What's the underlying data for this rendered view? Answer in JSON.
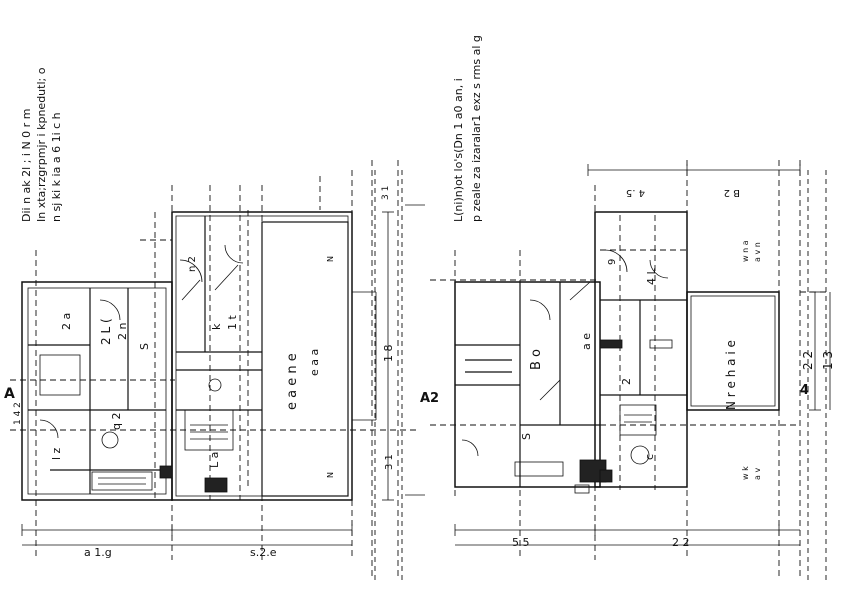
{
  "sheet": {
    "plan_left": {
      "header_lines": [
        "Dii n ak 2l ; i N 0 r m",
        "In xta;rzgrpmjr i kpnedutl; o",
        "n sj ki  k  ia  a   6  1i  c h"
      ],
      "room_labels": {
        "big_room_1": "e a e n e",
        "big_room_2": "e a a",
        "rooms_small": [
          "2 L (",
          "2 n",
          "S",
          "2 a",
          "l z",
          "k",
          "1 t",
          "q  2",
          "n 2",
          "L   a"
        ],
        "side_note_top": "N",
        "side_note_bottom": "N"
      },
      "dimensions": {
        "bottom_left": "a 1.g",
        "bottom_right": "s.2.e",
        "right_dim": "1 8",
        "right_small": "3 1",
        "top_dim": "3 1"
      },
      "axis_marker": "A",
      "corner_note": "1 4 2"
    },
    "plan_right": {
      "header_lines": [
        "L(ni)n)ot lo's(Dn 1 a0 an, i",
        "p zeale za izaralar1 exz s rms al g"
      ],
      "room_labels": {
        "big_room": "N r e h a i e",
        "rooms_small": [
          "B  o",
          "S",
          "4 L",
          "9",
          "2",
          "c",
          "a e"
        ]
      },
      "dimensions": {
        "top_left": "4 .5",
        "top_right": "B 2",
        "bottom_left": "5 5",
        "bottom_right": "2 2",
        "right_stack": [
          "2 2",
          "1 3"
        ]
      },
      "axis_marker_left": "A2",
      "axis_marker_right": "4",
      "right_notes": [
        "w  n  a",
        "a  v  n",
        "w  k",
        "a  v"
      ]
    }
  },
  "colors": {
    "line": "#111111",
    "paper": "#ffffff",
    "fill_dark": "#222222"
  }
}
